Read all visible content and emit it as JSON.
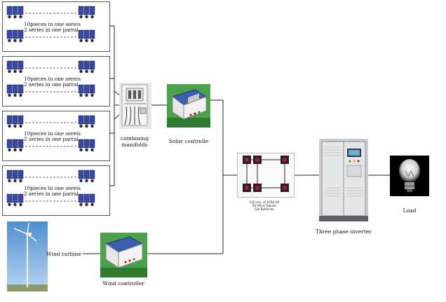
{
  "panel_groups": [
    {
      "line1": "10pieces in one sereis",
      "line2": "2 series in one parral"
    },
    {
      "line1": "10pieces in one sereis",
      "line2": "2 series in one parral"
    },
    {
      "line1": "10pieces in one sereis",
      "line2": "2 series in one parral"
    },
    {
      "line1": "10pieces in one sereis",
      "line2": "2 series in one parral"
    }
  ],
  "labels": {
    "combining_line1": "combining",
    "combining_line2": "manifolds",
    "solar_controller": "Solar controlle",
    "wind_turbine": "Wind turbine",
    "wind_controller": "Wind controller",
    "battery_line1": "120 nos. of 1000 AH",
    "battery_line2": "2V VRLA Tubular",
    "battery_line3": "Gel Batteries",
    "inverter": "Three phase inverter",
    "load": "Load"
  },
  "colors": {
    "panel_blue": "#2e3f9a",
    "panel_dark": "#1b2566",
    "controller_blue": "#3d5fb0",
    "battery_red": "#b01030",
    "inverter_gray": "#d9dde2",
    "sky_blue": "#6fa6d8"
  }
}
